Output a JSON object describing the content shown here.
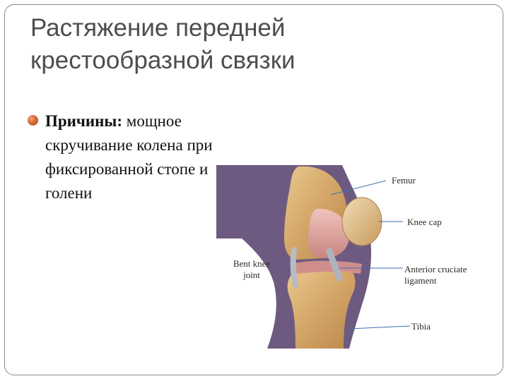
{
  "slide": {
    "title": "Растяжение передней крестообразной связки",
    "bullet": {
      "label": "Причины:",
      "text": " мощное скручивание колена при фиксированной стопе и голени"
    }
  },
  "figure": {
    "labels": {
      "femur": "Femur",
      "knee_cap": "Knee cap",
      "bent_knee_line1": "Bent knee",
      "bent_knee_line2": "joint",
      "acl_line1": "Anterior cruciate",
      "acl_line2": "ligament",
      "tibia": "Tibia"
    },
    "colors": {
      "background_purple": "#6e5a80",
      "bone": "#d8b074",
      "cartilage": "#e0a9a4",
      "leader_line": "#3b6fb0"
    }
  }
}
